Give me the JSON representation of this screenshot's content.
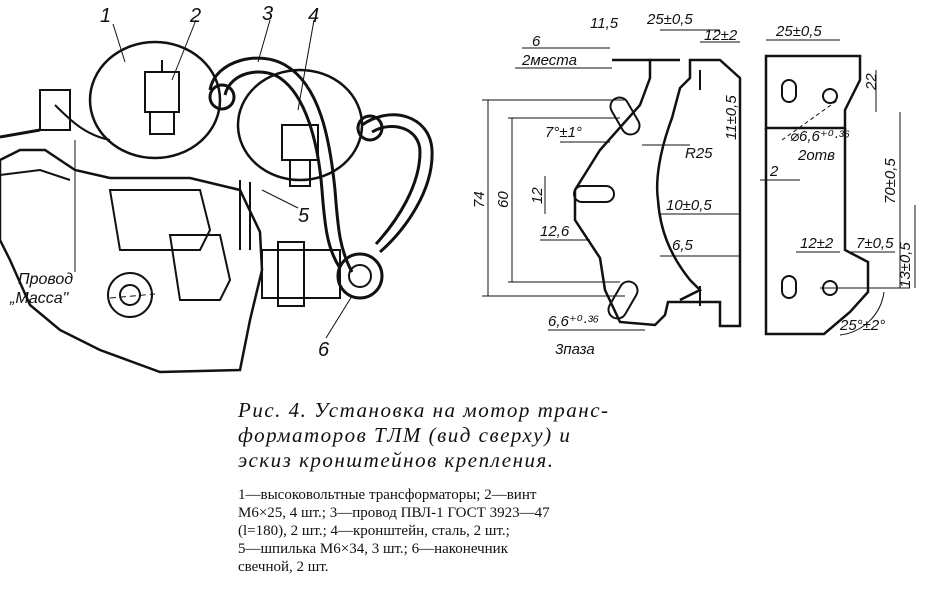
{
  "drawing": {
    "callouts": [
      "1",
      "2",
      "3",
      "4",
      "5",
      "6"
    ],
    "wire_label_line1": "Провод",
    "wire_label_line2": "„Масса\"",
    "dims_bracket": {
      "d_11_5": "11,5",
      "d_25a": "25±0,5",
      "d_12a": "12±2",
      "d_6": "6",
      "d_2mesta": "2места",
      "d_11v": "11±0,5",
      "d_7deg": "7°±1°",
      "d_R25": "R25",
      "d_74": "74",
      "d_60": "60",
      "d_12v": "12",
      "d_10": "10±0,5",
      "d_12_6": "12,6",
      "d_6_5": "6,5",
      "d_66": "6,6⁺⁰·³⁶",
      "d_3paza": "3паза"
    },
    "dims_side": {
      "d_25b": "25±0,5",
      "d_22": "22",
      "d_hole": "⌀6,6⁺⁰·³⁶",
      "d_2otv": "2отв",
      "d_2": "2",
      "d_70": "70±0,5",
      "d_12b": "12±2",
      "d_7": "7±0,5",
      "d_13": "13±0,5",
      "d_25deg": "25°±2°"
    }
  },
  "caption": {
    "line1": "Рис. 4. Установка на мотор транс-",
    "line2": "форматоров ТЛМ (вид сверху) и",
    "line3": "эскиз кронштейнов крепления."
  },
  "legend": {
    "line1": "1—высоковольтные трансформаторы; 2—винт",
    "line2": "М6×25, 4 шт.; 3—провод ПВЛ-1 ГОСТ 3923—47",
    "line3": "(l=180), 2 шт.; 4—кронштейн, сталь, 2 шт.;",
    "line4": "5—шпилька М6×34, 3 шт.; 6—наконечник",
    "line5": "свечной, 2 шт."
  }
}
